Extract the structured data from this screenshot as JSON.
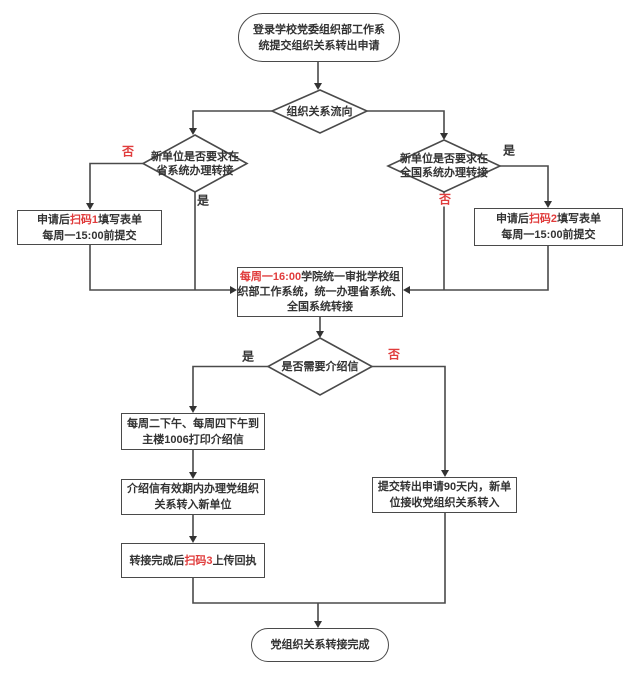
{
  "labels": {
    "yes": "是",
    "no": "否"
  },
  "nodes": {
    "start": {
      "line1": "登录学校党委组织部工作系",
      "line2": "统提交组织关系转出申请"
    },
    "flow_diamond": {
      "label": "组织关系流向"
    },
    "province_diamond": {
      "line1": "新单位是否要求在",
      "line2": "省系统办理转接"
    },
    "national_diamond": {
      "line1": "新单位是否要求在",
      "line2": "全国系统办理转接"
    },
    "scan1_box": {
      "pre": "申请后",
      "red": "扫码1",
      "post": "填写表单",
      "line2": "每周一15:00前提交"
    },
    "scan2_box": {
      "pre": "申请后",
      "red": "扫码2",
      "post": "填写表单",
      "line2": "每周一15:00前提交"
    },
    "review_box": {
      "red": "每周一16:00",
      "line1_rest": "学院统一审批学校组",
      "line2": "织部工作系统，统一办理省系统、",
      "line3": "全国系统转接"
    },
    "letter_diamond": {
      "label": "是否需要介绍信"
    },
    "print_box": {
      "line1": "每周二下午、每周四下午到",
      "line2": "主楼1006打印介绍信"
    },
    "validity_box": {
      "line1": "介绍信有效期内办理党组织",
      "line2": "关系转入新单位"
    },
    "upload_box": {
      "pre": "转接完成后",
      "red": "扫码3",
      "post": "上传回执"
    },
    "receive_box": {
      "line1": "提交转出申请90天内，新单",
      "line2": "位接收党组织关系转入"
    },
    "end": {
      "label": "党组织关系转接完成"
    }
  },
  "colors": {
    "line": "#4a4a4a",
    "text": "#333333",
    "accent_red": "#e03c3c",
    "background": "#ffffff"
  }
}
